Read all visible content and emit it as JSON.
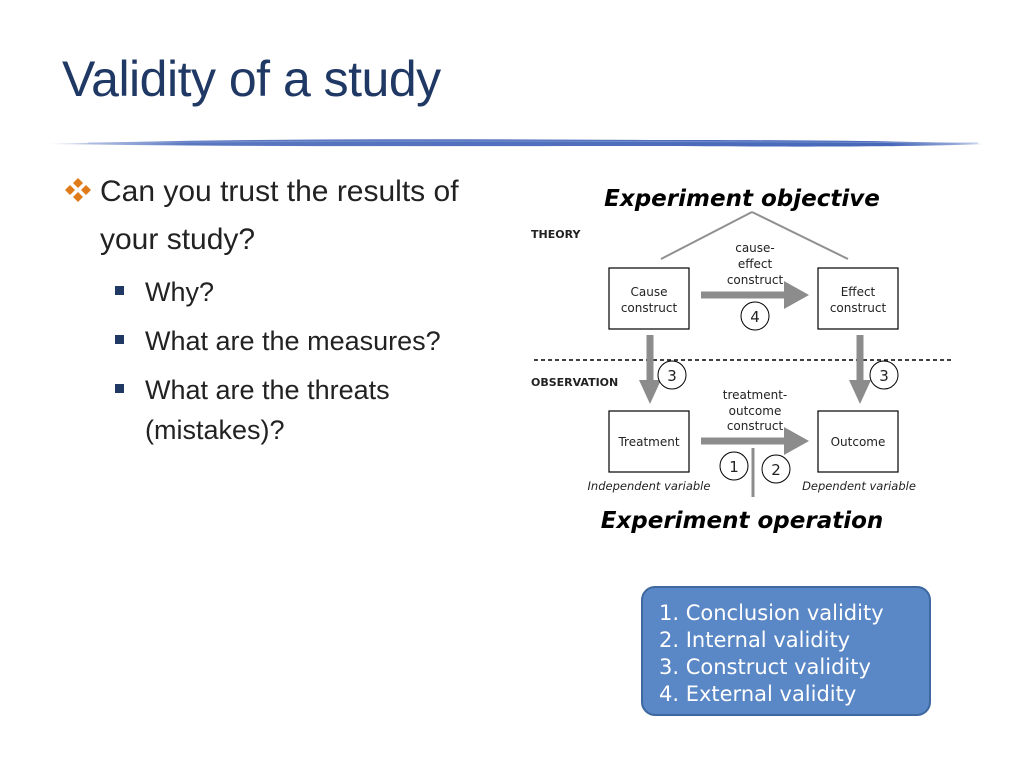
{
  "slide": {
    "title": "Validity of a study",
    "bullet": {
      "text_line1": "Can you trust the",
      "text_line2": "results of your study?",
      "subitems": [
        {
          "lines": [
            "Why?"
          ]
        },
        {
          "lines": [
            "What are the measures?"
          ]
        },
        {
          "lines": [
            "What are the threats",
            "(mistakes)?"
          ]
        }
      ]
    }
  },
  "diagram": {
    "heading_top": "Experiment objective",
    "heading_bottom": "Experiment operation",
    "level_theory": "THEORY",
    "level_observation": "OBSERVATION",
    "cause_box": [
      "Cause",
      "construct"
    ],
    "effect_box": [
      "Effect",
      "construct"
    ],
    "treatment_box": "Treatment",
    "outcome_box": "Outcome",
    "cause_effect_label": [
      "cause-",
      "effect",
      "construct"
    ],
    "treatment_outcome_label": [
      "treatment-",
      "outcome",
      "construct"
    ],
    "independent_label": "Independent variable",
    "dependent_label": "Dependent variable",
    "markers": {
      "cause_effect": "4",
      "cause_treatment": "3",
      "effect_outcome": "3",
      "conclusion": "1",
      "internal": "2"
    },
    "colors": {
      "arrow": "#8c8c8c",
      "box_border": "#000000",
      "theory_lines": "#909090"
    }
  },
  "legend": {
    "items": [
      "1. Conclusion validity",
      "2. Internal validity",
      "3. Construct validity",
      "4. External validity"
    ],
    "colors": {
      "fill": "#5a87c5",
      "border": "#3e689f"
    }
  },
  "theme": {
    "title_color": "#1f3864",
    "rule_color": "#3d5fb5",
    "bullet_icon_color": "#e07b1a"
  }
}
